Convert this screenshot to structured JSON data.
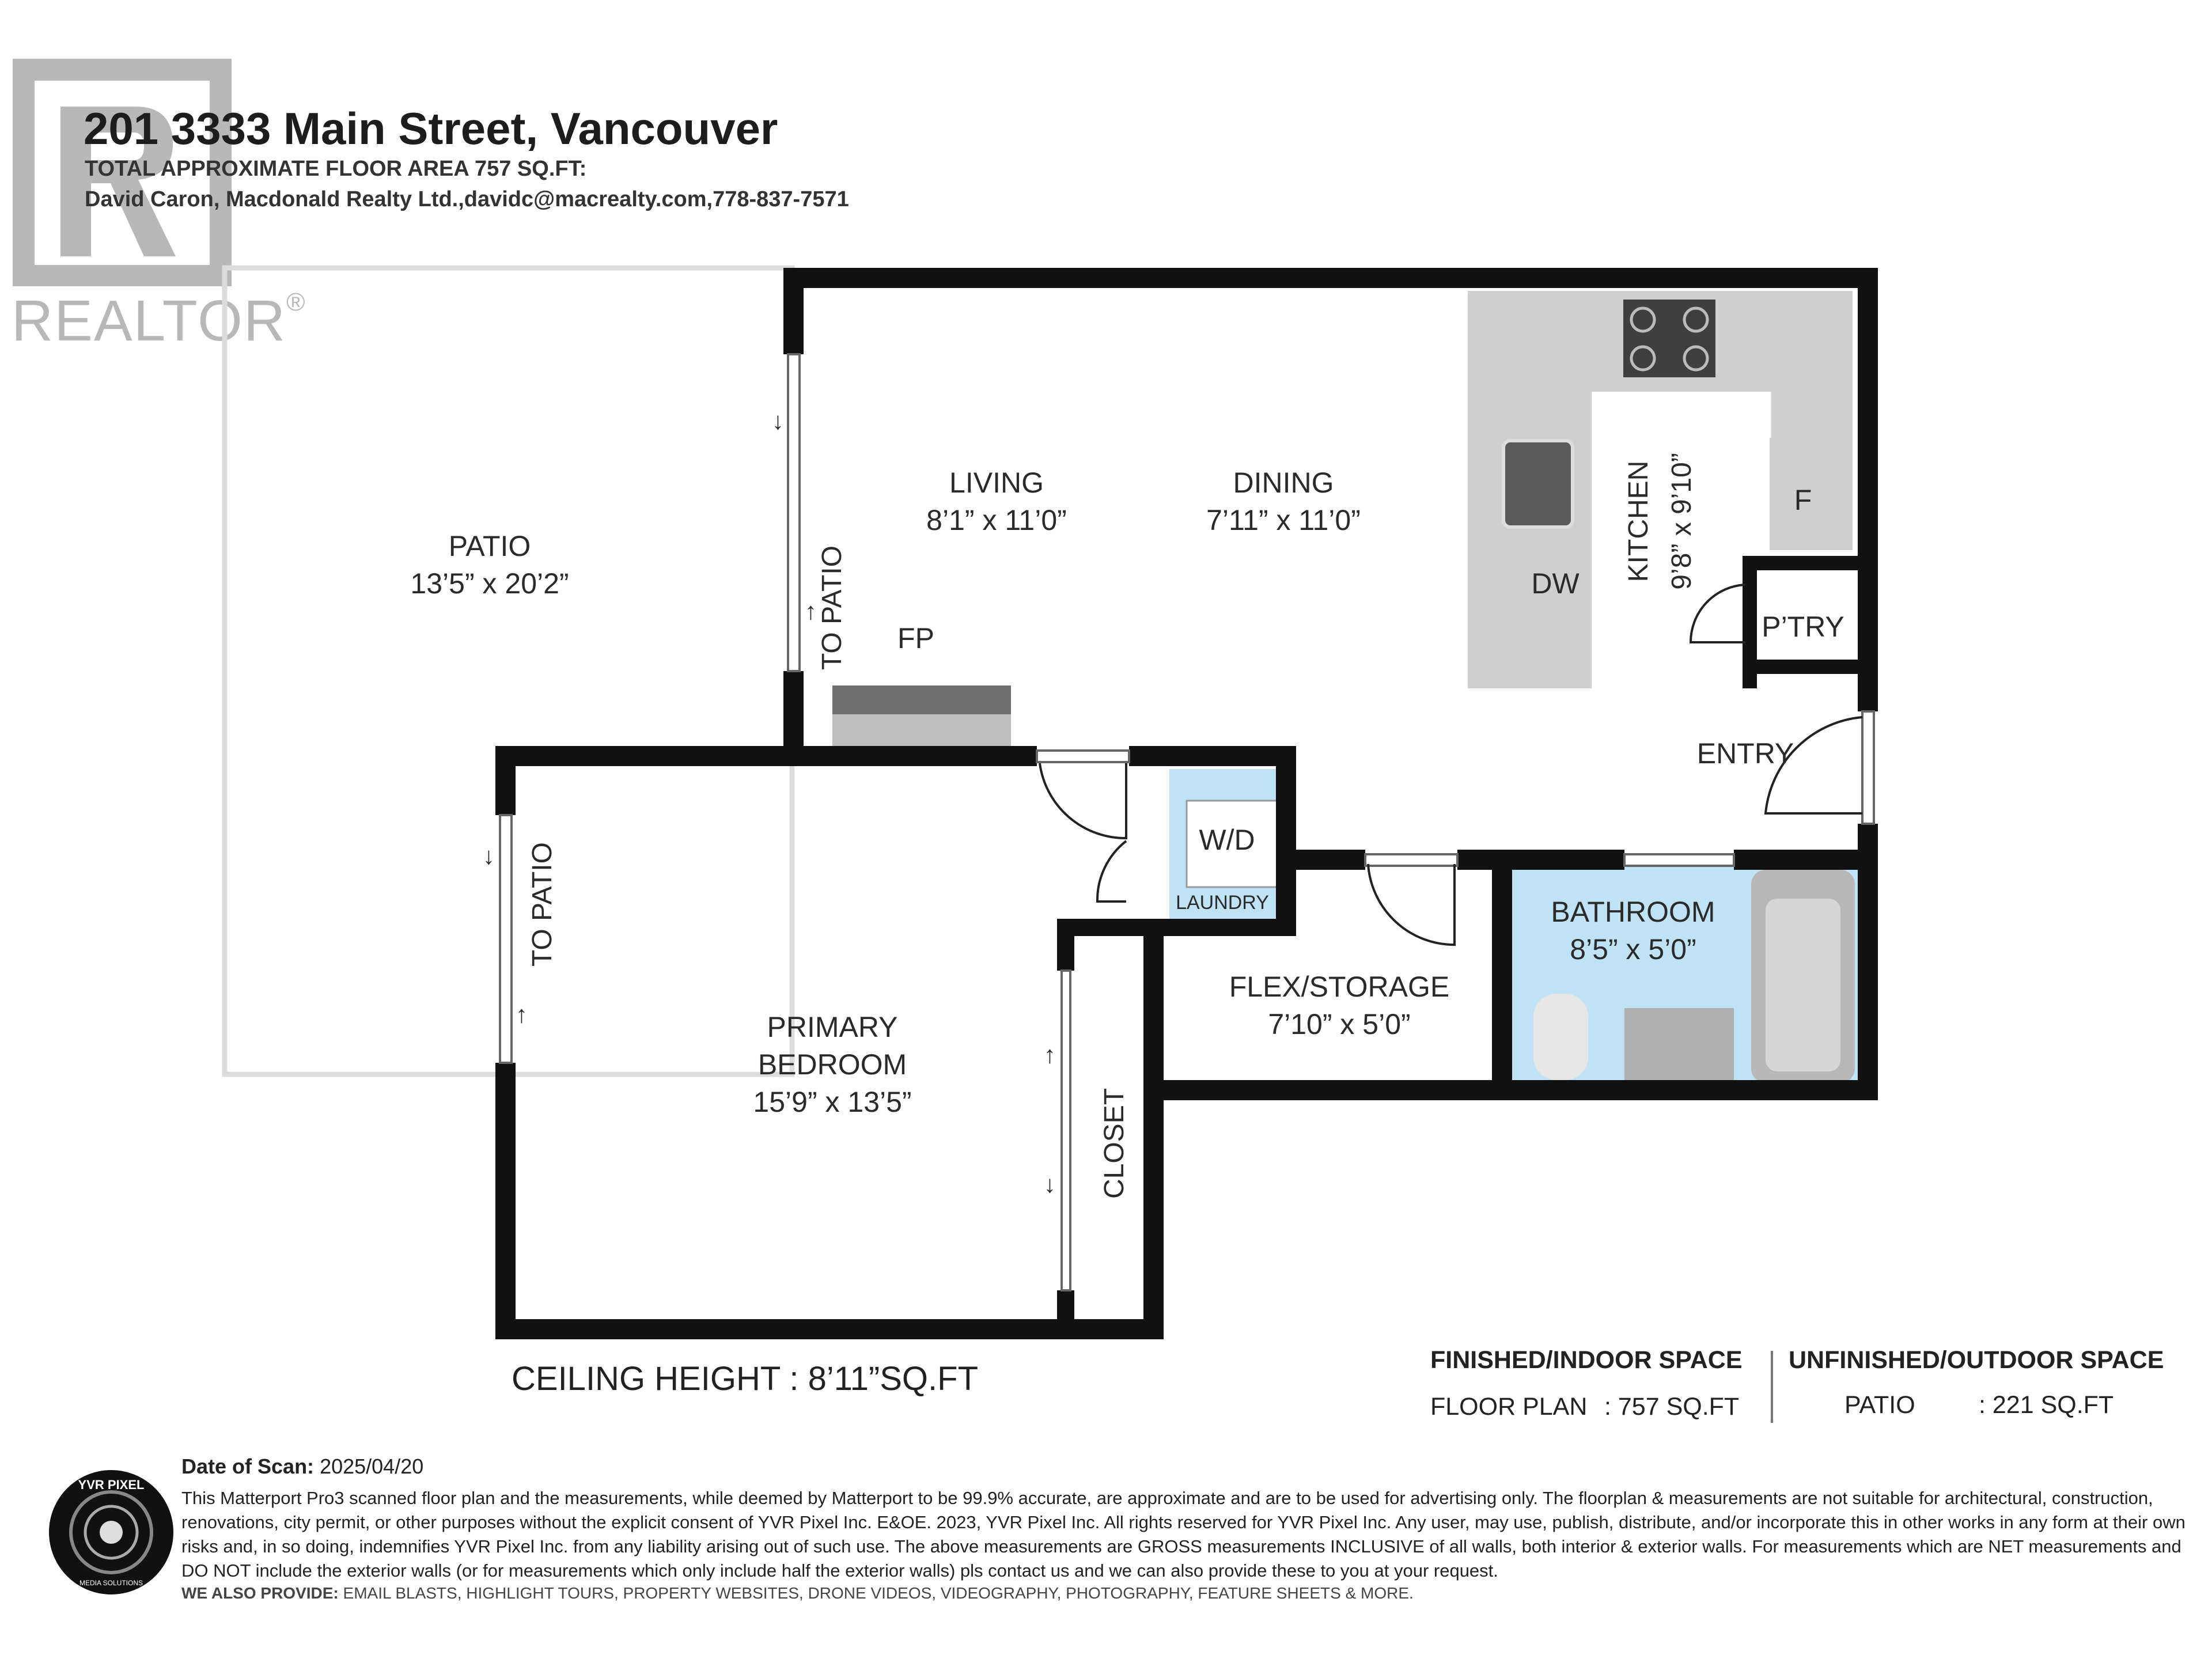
{
  "header": {
    "title": "201 3333 Main Street, Vancouver",
    "floor_area": "TOTAL APPROXIMATE FLOOR AREA 757 SQ.FT:",
    "contact": "David Caron, Macdonald Realty Ltd.,davidc@macrealty.com,778-837-7571"
  },
  "watermark": {
    "text": "REALTOR",
    "mark": "®"
  },
  "rooms": {
    "patio": {
      "name": "PATIO",
      "dims": "13’5” x 20’2”"
    },
    "living": {
      "name": "LIVING",
      "dims": "8’1” x 11’0”"
    },
    "dining": {
      "name": "DINING",
      "dims": "7’11” x 11’0”"
    },
    "kitchen": {
      "name": "KITCHEN",
      "dims": "9’8” x 9’10”"
    },
    "pantry": {
      "name": "P’TRY"
    },
    "fridge": {
      "name": "F"
    },
    "dishwasher": {
      "name": "DW"
    },
    "fireplace": {
      "name": "FP"
    },
    "entry": {
      "name": "ENTRY"
    },
    "washer_dryer": {
      "name": "W/D"
    },
    "laundry": {
      "name": "LAUNDRY"
    },
    "bathroom": {
      "name": "BATHROOM",
      "dims": "8’5” x 5’0”"
    },
    "flex": {
      "name": "FLEX/STORAGE",
      "dims": "7’10” x 5’0”"
    },
    "primary": {
      "line1": "PRIMARY",
      "line2": "BEDROOM",
      "dims": "15’9” x 13’5”"
    },
    "closet": {
      "name": "CLOSET"
    },
    "to_patio_living": "TO PATIO",
    "to_patio_bedroom": "TO PATIO"
  },
  "ceiling": {
    "text": "CEILING HEIGHT  :  8’11”SQ.FT"
  },
  "legend": {
    "finished_header": "FINISHED/INDOOR SPACE",
    "finished_label": "FLOOR PLAN",
    "finished_value": ": 757 SQ.FT",
    "unfinished_header": "UNFINISHED/OUTDOOR SPACE",
    "unfinished_label": "PATIO",
    "unfinished_value": ":  221 SQ.FT"
  },
  "footer": {
    "scan_label": "Date of Scan:",
    "scan_date": "2025/04/20",
    "disclaimer": "This Matterport Pro3 scanned floor plan and the measurements, while deemed by Matterport to be 99.9% accurate, are approximate and are to be used for advertising only. The floorplan & measurements are not suitable for architectural, construction, renovations, city permit, or other purposes without the explicit consent of YVR Pixel Inc. E&OE. 2023, YVR Pixel Inc. All rights reserved for YVR Pixel Inc. Any user, may use, publish, distribute, and/or incorporate this in other works in any form at their own risks and, in so doing, indemnifies YVR Pixel Inc. from any liability arising out of such use. The above measurements are GROSS measurements INCLUSIVE of all walls, both interior & exterior walls. For measurements which are NET measurements and DO NOT include the exterior walls (or for measurements which only include half the exterior walls) pls contact us and we can also provide these to you at your request.",
    "provide_label": "WE ALSO PROVIDE:",
    "provide_text": "EMAIL BLASTS, HIGHLIGHT TOURS, PROPERTY WEBSITES, DRONE VIDEOS, VIDEOGRAPHY, PHOTOGRAPHY, FEATURE SHEETS & MORE."
  },
  "logo": {
    "top_text": "YVR PIXEL",
    "bottom_text": "MEDIA SOLUTIONS"
  }
}
